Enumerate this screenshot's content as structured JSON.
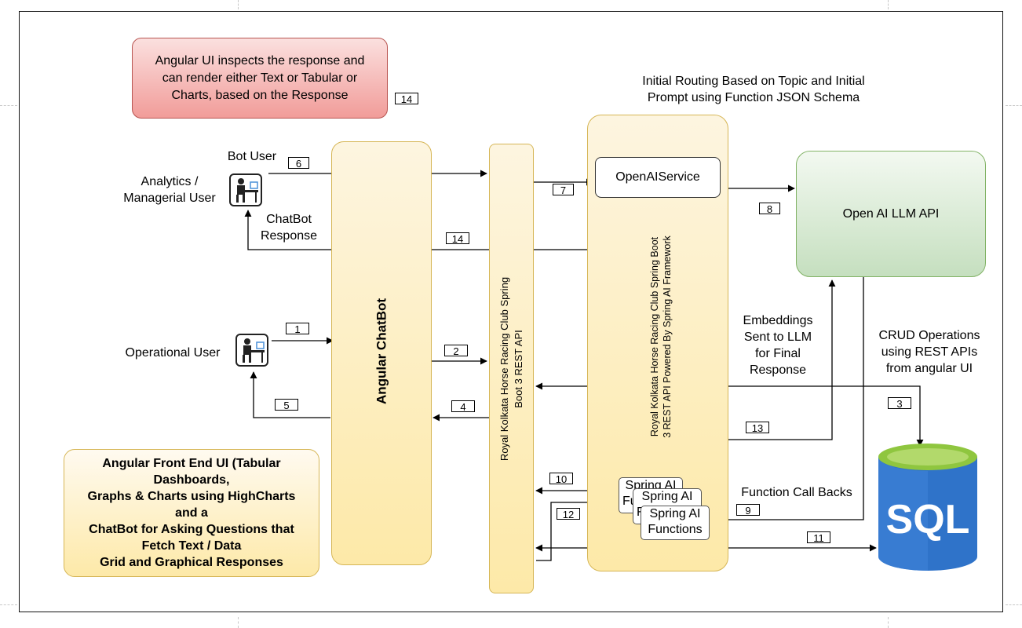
{
  "notes": {
    "top": "Angular UI inspects the response and can render either Text or Tabular or Charts, based on the Response",
    "bottom": "Angular Front End UI (Tabular Dashboards, Graphs & Charts using HighCharts and a ChatBot for Asking Questions that Fetch Text / Data Grid and Graphical Responses",
    "bottom_lines": [
      "Angular Front End UI (Tabular",
      "Dashboards,",
      "Graphs & Charts using HighCharts",
      "and a",
      "ChatBot for Asking Questions that",
      "Fetch Text / Data",
      "Grid and Graphical Responses"
    ],
    "top_lines": [
      "Angular UI inspects the response and",
      "can render either Text or Tabular or",
      "Charts, based on the Response"
    ]
  },
  "users": {
    "bot_user": "Bot User",
    "analytics_user_lines": [
      "Analytics /",
      "Managerial User"
    ],
    "chatbot_response_lines": [
      "ChatBot",
      "Response"
    ],
    "operational_user": "Operational User"
  },
  "components": {
    "angular_chatbot": "Angular ChatBot",
    "spring_rest_api_lines": [
      "Royal Kolkata Horse Racing Club Spring",
      "Boot 3 REST API"
    ],
    "spring_ai_lines": [
      "Royal Kolkata Horse Racing Club Spring Boot",
      "3 REST API Powered By Spring AI Framework"
    ],
    "openai_service": "OpenAIService",
    "openai_llm": "Open AI LLM API",
    "sql": "SQL",
    "spring_ai_functions": [
      "Spring AI",
      "Functions"
    ],
    "spring_ai_stack_back": "Spring AI",
    "spring_ai_stack_back_2": "Fu",
    "spring_ai_stack_mid_2": "Fu"
  },
  "annotations": {
    "initial_routing_lines": [
      "Initial Routing Based on Topic and Initial",
      "Prompt using Function JSON Schema"
    ],
    "embeddings_lines": [
      "Embeddings",
      "Sent to LLM",
      "for Final",
      "Response"
    ],
    "crud_lines": [
      "CRUD Operations",
      "using REST APIs",
      "from angular UI"
    ],
    "function_callbacks": "Function Call Backs"
  },
  "steps": {
    "s1": "1",
    "s2": "2",
    "s3": "3",
    "s4": "4",
    "s5": "5",
    "s6": "6",
    "s7": "7",
    "s8": "8",
    "s9": "9",
    "s10": "10",
    "s11": "11",
    "s12": "12",
    "s13": "13",
    "s14_top": "14",
    "s14_response": "14"
  },
  "colors": {
    "pink_fill": "#f8cecc",
    "pink_border": "#b85450",
    "yellow_fill": "#fff2cc",
    "yellow_border": "#d6b656",
    "green_fill": "#d5e8d4",
    "green_border": "#82b366",
    "sql_blue": "#2f73c9"
  }
}
